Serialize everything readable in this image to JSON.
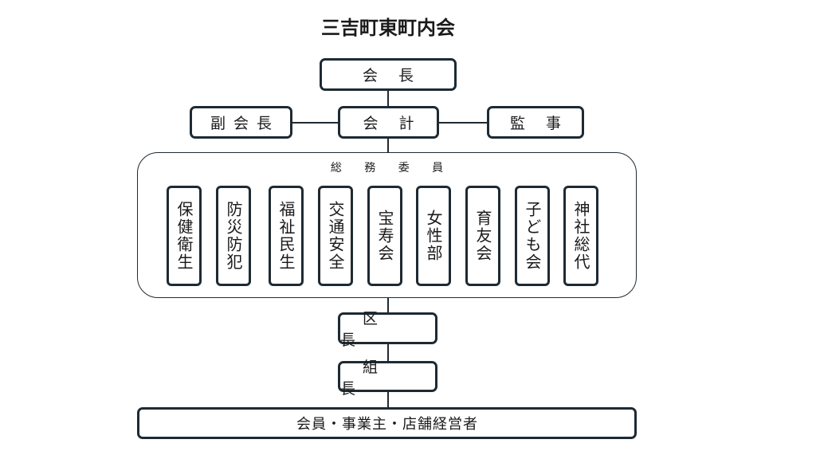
{
  "title": "三吉町東町内会",
  "boxes": {
    "president": "会 長",
    "vice_president": "副会長",
    "treasurer": "会 計",
    "auditor": "監 事",
    "ward_head": "区 長",
    "group_head": "組 長",
    "members": "会員・事業主・店舗経営者"
  },
  "committee": {
    "label": "総 務 委 員",
    "items": [
      "保健衛生",
      "防災防犯",
      "福祉民生",
      "交通安全",
      "宝寿会",
      "女性部",
      "育友会",
      "子ども会",
      "神社総代"
    ]
  }
}
